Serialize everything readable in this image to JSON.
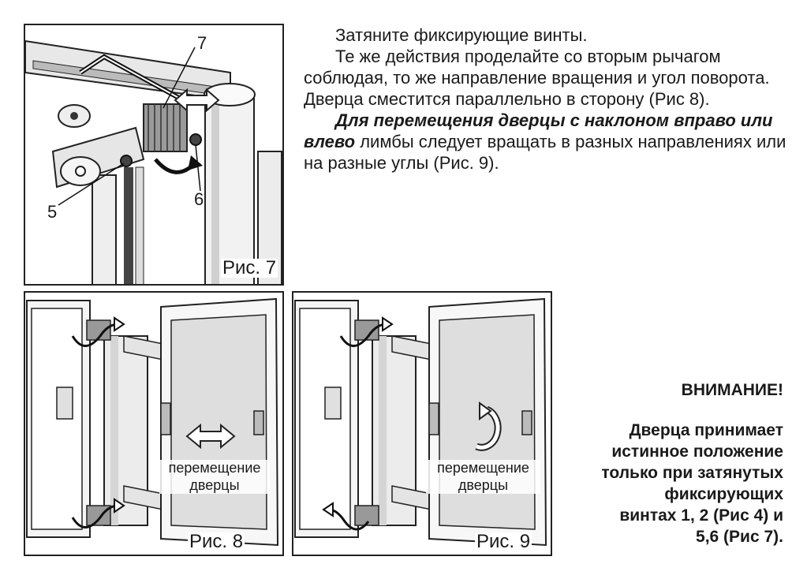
{
  "fig7": {
    "caption": "Рис. 7",
    "callouts": {
      "c7": "7",
      "c5": "5",
      "c6": "6"
    }
  },
  "fig8": {
    "caption": "Рис. 8",
    "label_line1": "перемещение",
    "label_line2": "дверцы"
  },
  "fig9": {
    "caption": "Рис. 9",
    "label_line1": "перемещение",
    "label_line2": "дверцы"
  },
  "text": {
    "p1": "Затяните фиксирующие винты.",
    "p2": "Те же действия проделайте со вторым рычагом соблюдая, то же направление вращения и угол поворота. Дверца сместится параллельно в сторону (Рис 8).",
    "p3_bold": "Для перемещения дверцы с наклоном вправо или влево",
    "p3_rest": " лимбы следует вращать в разных направлениях или на разные углы (Рис. 9)."
  },
  "warning": {
    "title": "ВНИМАНИЕ!",
    "line1": "Дверца принимает",
    "line2": "истинное положение",
    "line3": "только при затянутых",
    "line4": "фиксирующих",
    "line5": "винтах 1, 2 (Рис 4) и",
    "line6": "5,6 (Рис 7)."
  }
}
